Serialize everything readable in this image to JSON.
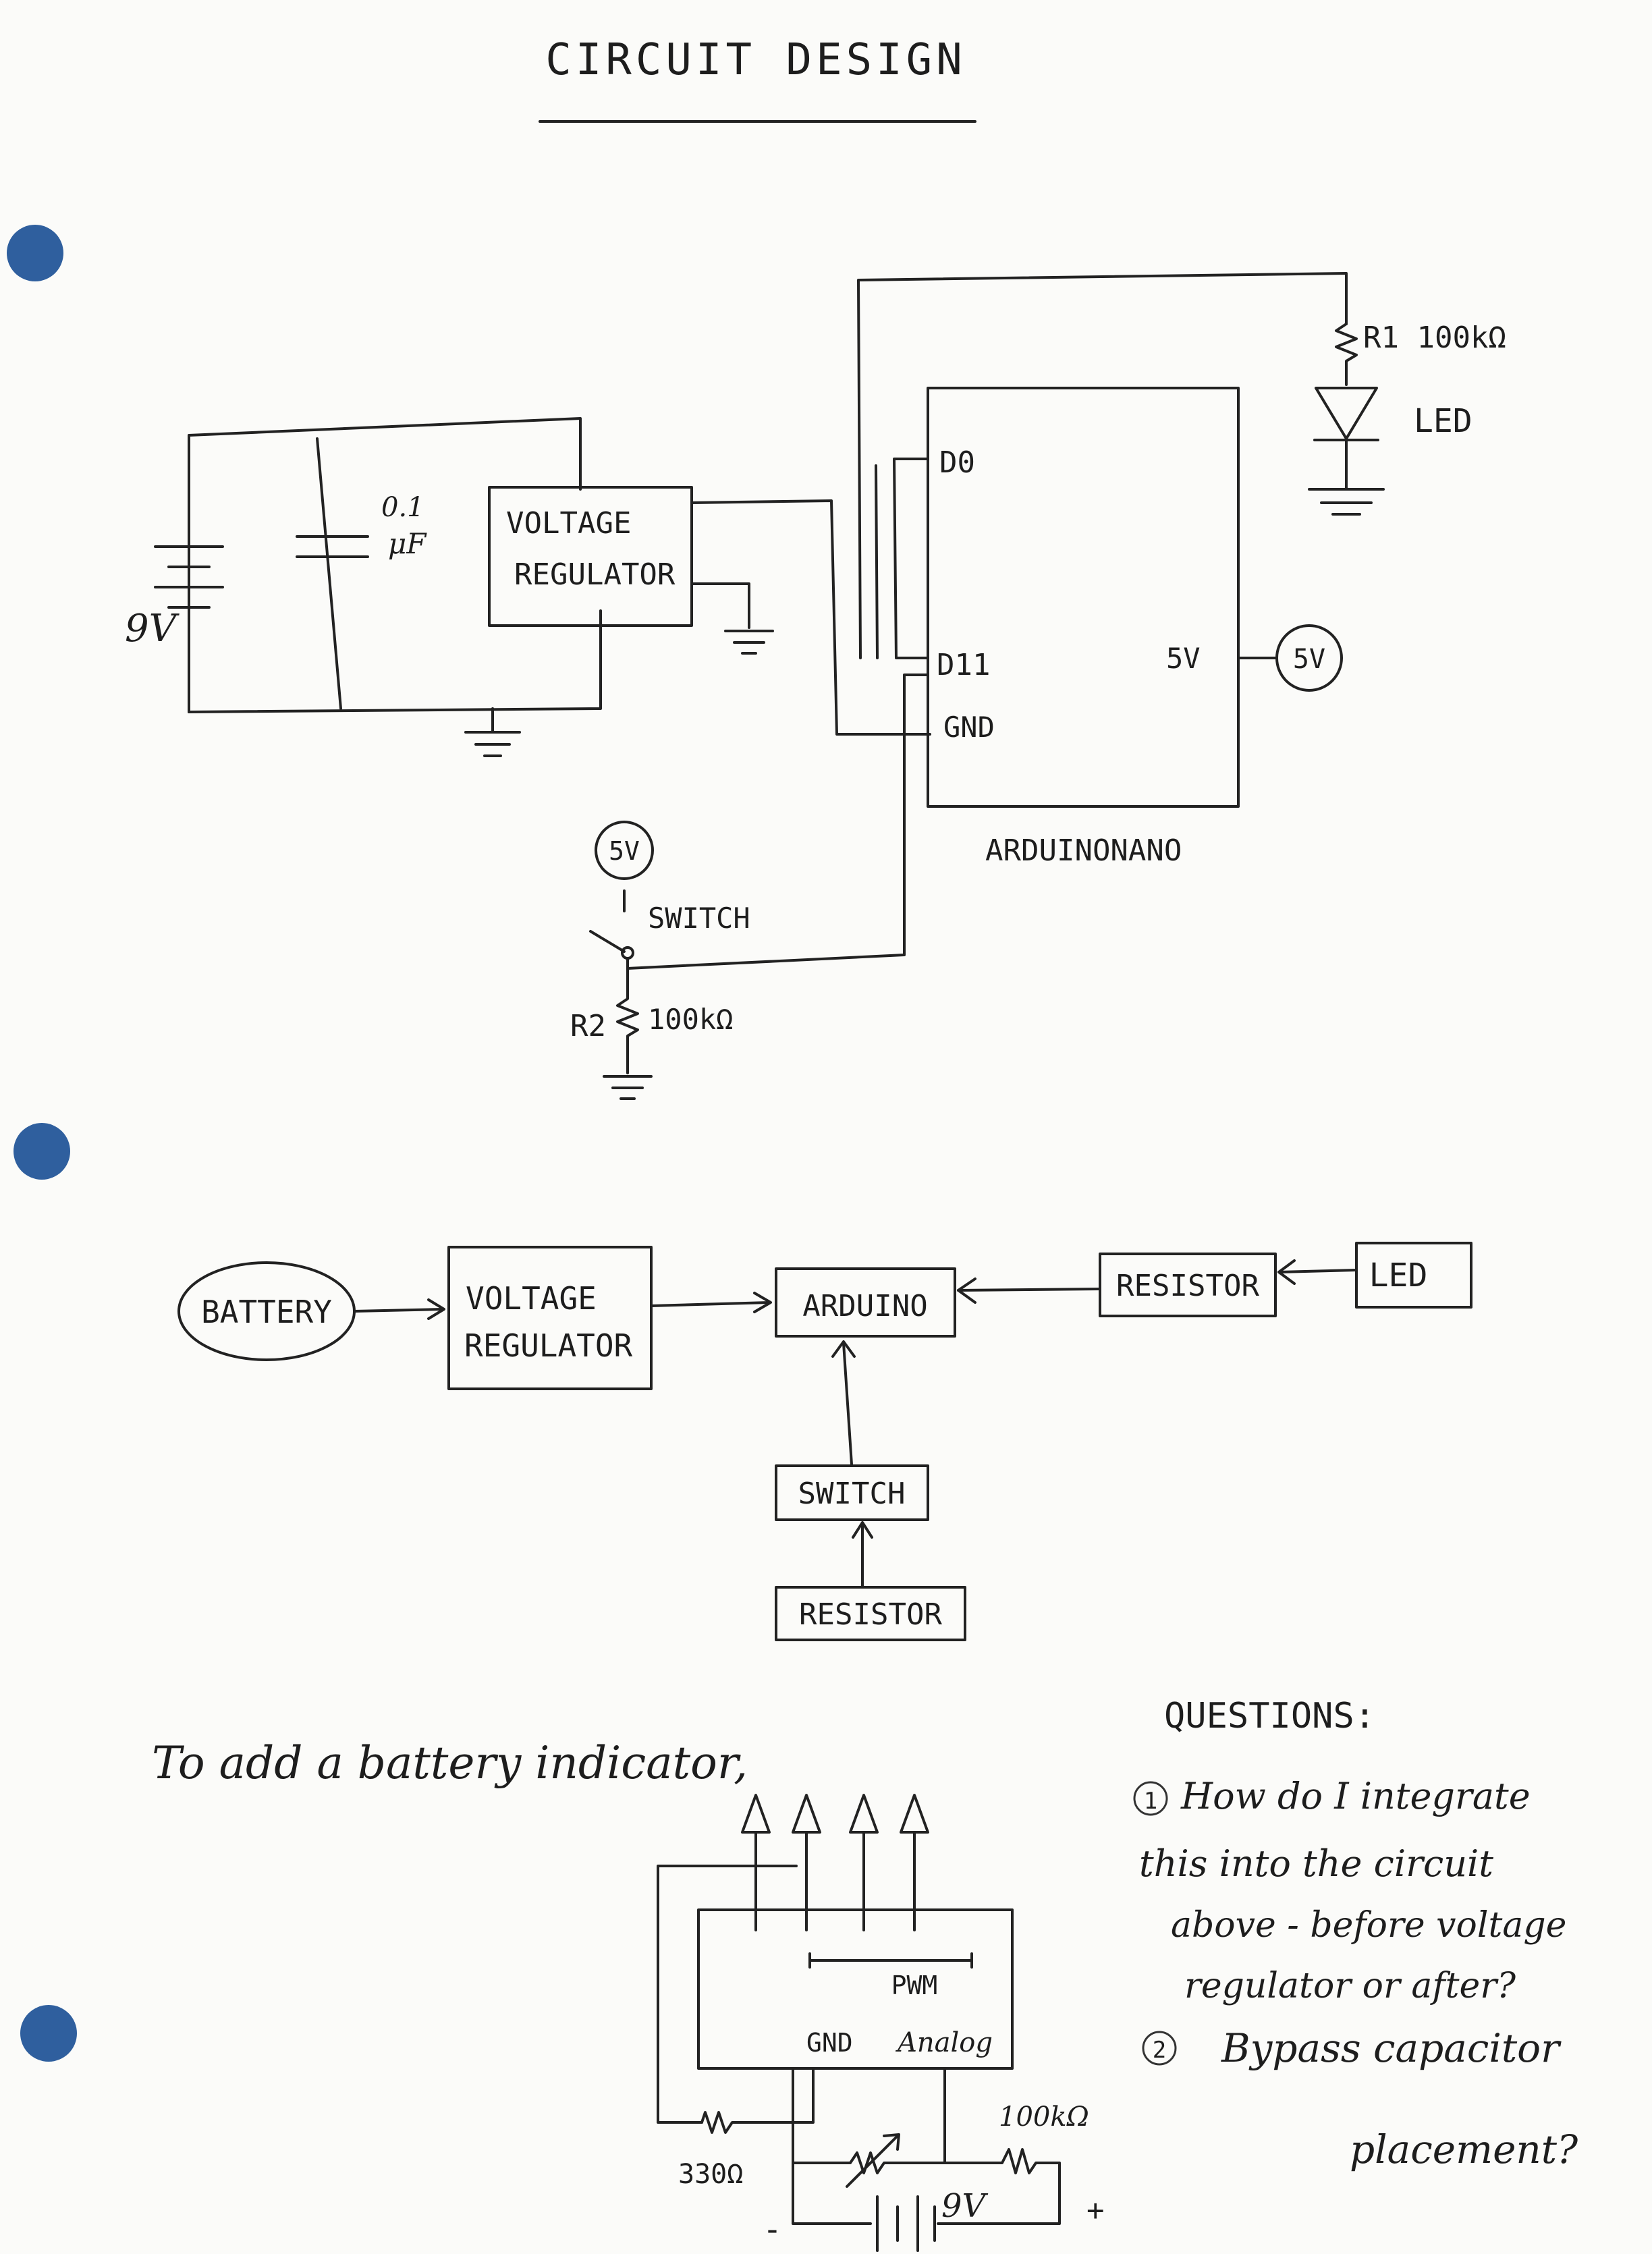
{
  "page": {
    "background": "#fbfbf9",
    "ink": "#1d1d1d",
    "hole_color": "#2f5f9e"
  },
  "title": "CIRCUIT DESIGN",
  "schematic": {
    "battery_label": "9V",
    "capacitor_label_value": "0.1",
    "capacitor_label_unit": "μF",
    "regulator_line1": "VOLTAGE",
    "regulator_line2": "REGULATOR",
    "r1_label": "R1 100kΩ",
    "led_label": "LED",
    "pin_d0": "D0",
    "pin_d11": "D11",
    "pin_gnd": "GND",
    "pin_5v": "5V",
    "supply_5v_right": "5V",
    "arduino_label": "ARDUINONANO",
    "supply_5v_switch": "5V",
    "switch_label": "SWITCH",
    "r2_label": "R2",
    "r2_value": "100kΩ"
  },
  "block_diagram": {
    "battery": "BATTERY",
    "regulator_line1": "VOLTAGE",
    "regulator_line2": "REGULATOR",
    "arduino": "ARDUINO",
    "resistor_right": "RESISTOR",
    "led": "LED",
    "switch": "SWITCH",
    "resistor_bottom": "RESISTOR"
  },
  "battery_indicator": {
    "heading": "To add a battery indicator,",
    "pwm_label": "PWM",
    "gnd_label": "GND",
    "analog_label": "Analog",
    "r330_label": "330Ω",
    "r100k_label": "100kΩ",
    "battery_label": "9V",
    "minus": "-",
    "plus": "+"
  },
  "questions": {
    "heading": "QUESTIONS:",
    "q1_number": "1",
    "q1_line1": "How do I integrate",
    "q1_line2": "this into the circuit",
    "q1_line3": "above - before voltage",
    "q1_line4": "regulator or after?",
    "q2_number": "2",
    "q2_line1": "Bypass capacitor",
    "q2_line2": "placement?"
  }
}
